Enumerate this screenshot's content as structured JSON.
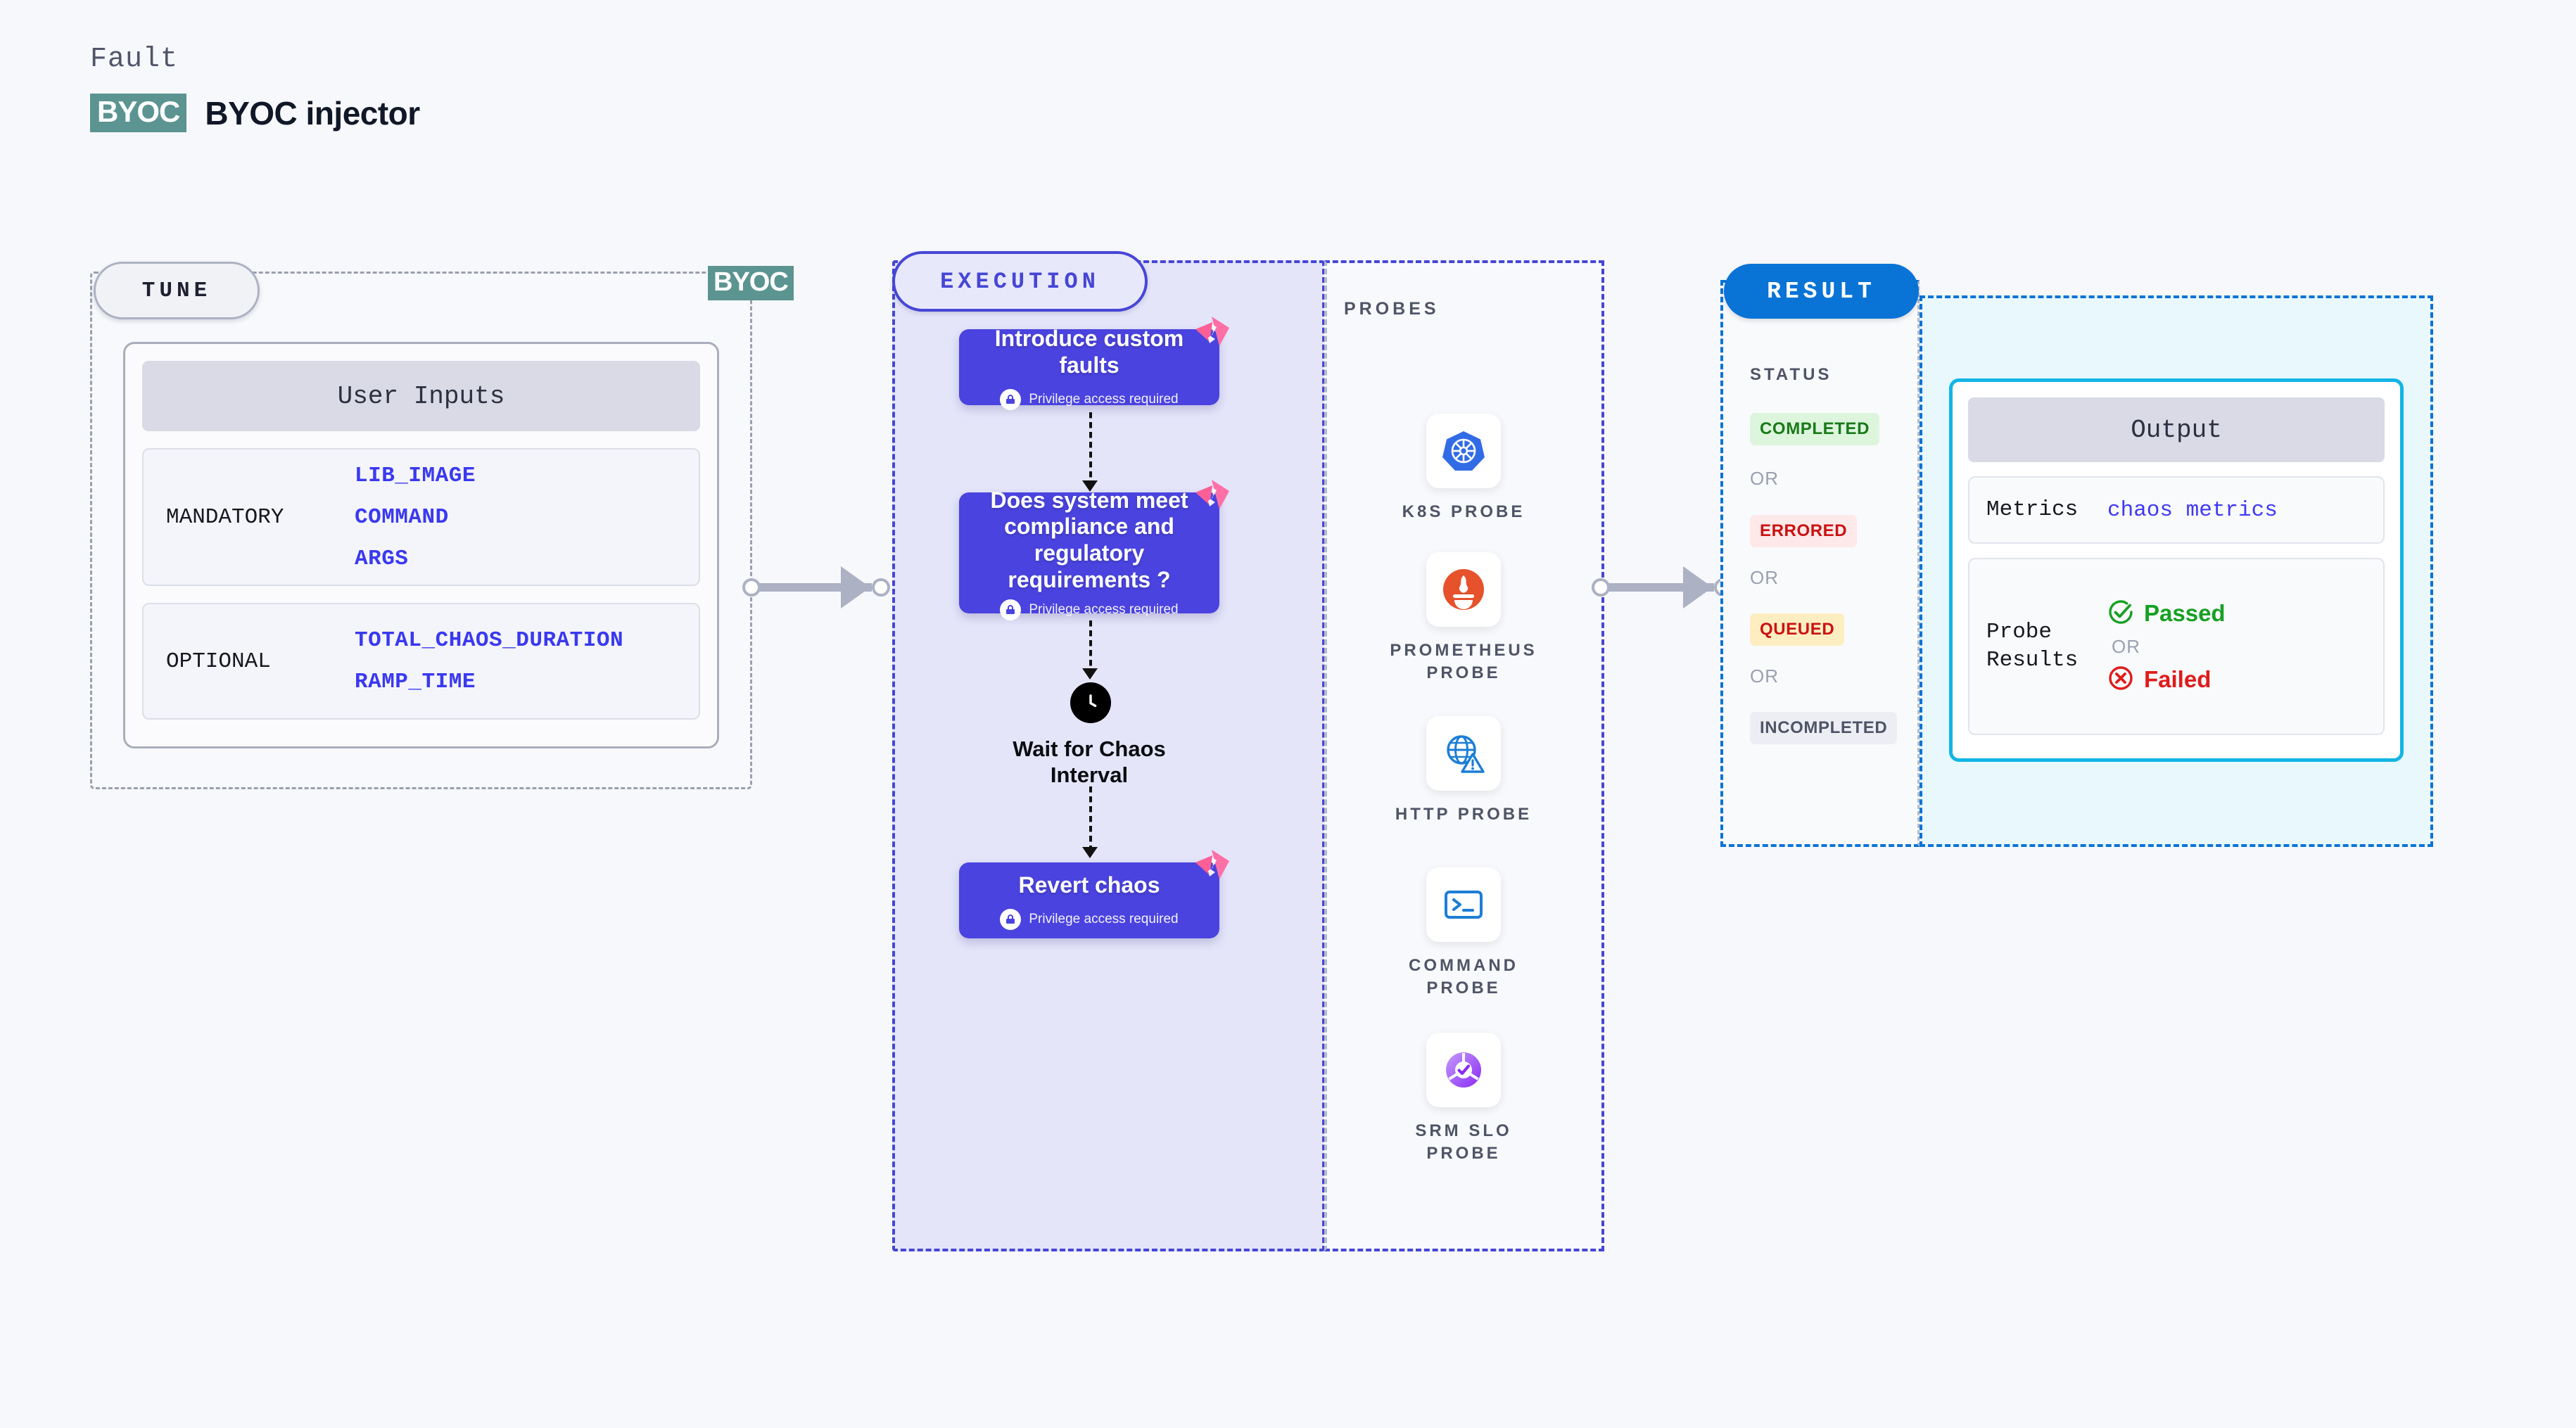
{
  "header": {
    "eyebrow": "Fault",
    "badge": "BYOC",
    "title": "BYOC injector"
  },
  "tune": {
    "chip_label": "TUNE",
    "byoc_badge": "BYOC",
    "card_title": "User Inputs",
    "groups": [
      {
        "label": "MANDATORY",
        "values": [
          "LIB_IMAGE",
          "COMMAND",
          "ARGS"
        ]
      },
      {
        "label": "OPTIONAL",
        "values": [
          "TOTAL_CHAOS_DURATION",
          "RAMP_TIME"
        ]
      }
    ]
  },
  "execution": {
    "chip_label": "EXECUTION",
    "privilege_note": "Privilege access required",
    "nodes": [
      {
        "title": "Introduce custom faults",
        "privileged": true,
        "harness": true
      },
      {
        "title": "Does system meet compliance and regulatory requirements ?",
        "privileged": true,
        "harness": true
      },
      {
        "title": "Revert chaos",
        "privileged": true,
        "harness": true
      }
    ],
    "wait_label": "Wait for Chaos Interval"
  },
  "probes": {
    "title": "PROBES",
    "items": [
      {
        "icon": "kubernetes-icon",
        "label": "K8S PROBE"
      },
      {
        "icon": "prometheus-icon",
        "label": "PROMETHEUS PROBE"
      },
      {
        "icon": "http-globe-icon",
        "label": "HTTP PROBE"
      },
      {
        "icon": "terminal-icon",
        "label": "COMMAND PROBE"
      },
      {
        "icon": "srm-slo-icon",
        "label": "SRM SLO PROBE"
      }
    ]
  },
  "result": {
    "chip_label": "RESULT",
    "status_title": "STATUS",
    "or_label": "OR",
    "statuses": [
      {
        "label": "COMPLETED",
        "fg": "#1a7a1a",
        "bg": "#ddf5dd"
      },
      {
        "label": "ERRORED",
        "fg": "#cc1111",
        "bg": "#fde9e9"
      },
      {
        "label": "QUEUED",
        "fg": "#cc1111",
        "bg": "#fdeec2"
      },
      {
        "label": "INCOMPLETED",
        "fg": "#4f5567",
        "bg": "#eceef4"
      }
    ],
    "output": {
      "title": "Output",
      "metrics_label": "Metrics",
      "metrics_value": "chaos metrics",
      "probe_results_label": "Probe Results",
      "passed_label": "Passed",
      "failed_label": "Failed",
      "or_label": "OR"
    }
  },
  "colors": {
    "node_blue": "#4a43df",
    "execution_border": "#4646d6",
    "result_border": "#0a73d6",
    "output_border": "#12b5e5",
    "byoc_teal": "#5b9490",
    "harness_pink": "#ff70a6",
    "connector_gray": "#adb1c4"
  }
}
